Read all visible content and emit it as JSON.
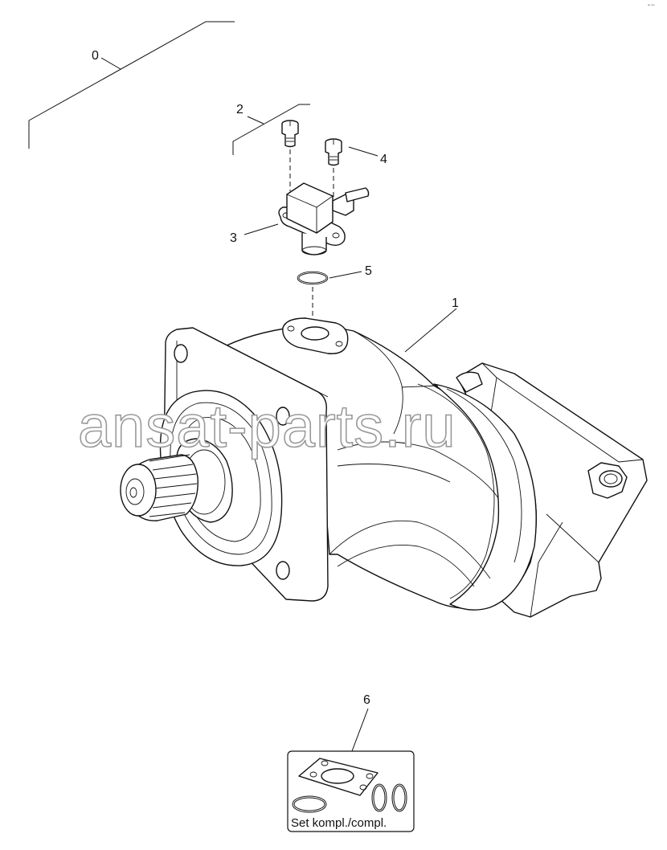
{
  "corner_mark": "ᵃᵖ ᵗᵒᵐ",
  "watermark": "ansat-parts.ru",
  "callouts": {
    "c0": "0",
    "c1": "1",
    "c2": "2",
    "c3": "3",
    "c4": "4",
    "c5": "5",
    "c6": "6"
  },
  "kit_label": "Set kompl./compl."
}
